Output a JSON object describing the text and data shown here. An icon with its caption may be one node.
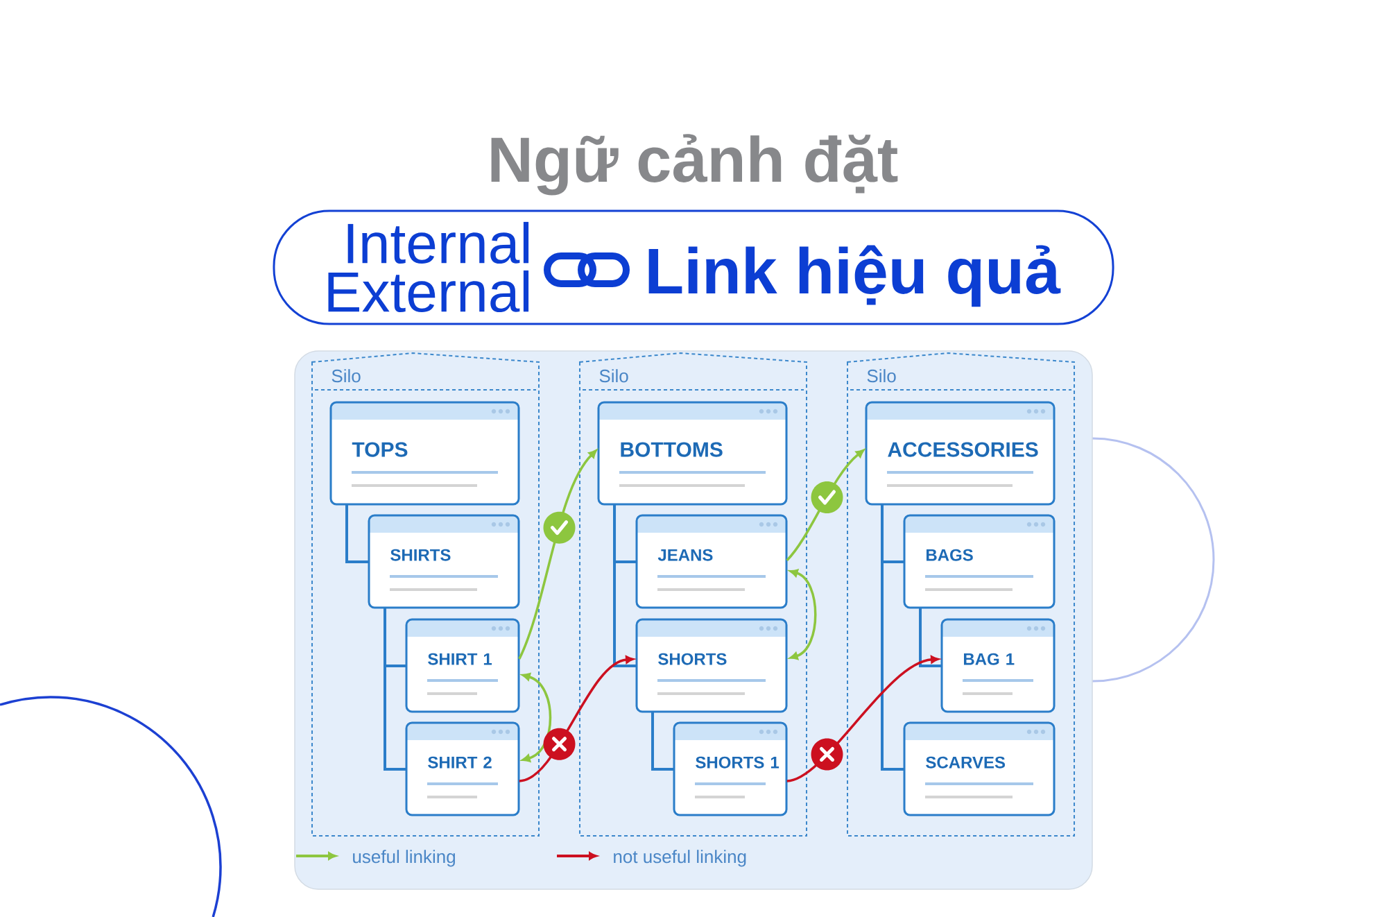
{
  "diagram": {
    "title": "Ngữ cảnh đặt",
    "nodes": [
      {
        "text": [
          "Internal External",
          "Link hiệu quả"
        ]
      },
      {
        "text": [
          "Silo"
        ]
      },
      {
        "text": [
          "TOPS"
        ],
        "in": 1
      },
      {
        "text": [
          "SHIRTS"
        ],
        "in": 1
      },
      {
        "text": [
          "SHIRT 1"
        ],
        "in": 1
      },
      {
        "text": [
          "SHIRT 2"
        ],
        "in": 1
      },
      {
        "text": [
          "Silo"
        ]
      },
      {
        "text": [
          "BOTTOMS"
        ],
        "in": 6
      },
      {
        "text": [
          "JEANS"
        ],
        "in": 6
      },
      {
        "text": [
          "SHORTS"
        ],
        "in": 6
      },
      {
        "text": [
          "SHORTS 1"
        ],
        "in": 6
      },
      {
        "text": [
          "Silo"
        ]
      },
      {
        "text": [
          "ACCESSORIES"
        ],
        "in": 11
      },
      {
        "text": [
          "BAGS"
        ],
        "in": 11
      },
      {
        "text": [
          "BAG 1"
        ],
        "in": 11
      },
      {
        "text": [
          "SCARVES"
        ],
        "in": 11
      }
    ],
    "edges": [
      {
        "from": 2,
        "to": 3,
        "arrow": "none"
      },
      {
        "from": 3,
        "to": 4,
        "arrow": "none"
      },
      {
        "from": 3,
        "to": 5,
        "arrow": "none"
      },
      {
        "from": 7,
        "to": 8,
        "arrow": "none"
      },
      {
        "from": 7,
        "to": 9,
        "arrow": "none"
      },
      {
        "from": 9,
        "to": 10,
        "arrow": "none"
      },
      {
        "from": 12,
        "to": 13,
        "arrow": "none"
      },
      {
        "from": 13,
        "to": 14,
        "arrow": "none"
      },
      {
        "from": 12,
        "to": 15,
        "arrow": "none"
      },
      {
        "from": 4,
        "to": 7,
        "arrow": "to",
        "color": "#8dc63f"
      },
      {
        "from": 4,
        "to": 5,
        "arrow": "both",
        "color": "#8dc63f"
      },
      {
        "from": 8,
        "to": 12,
        "arrow": "to",
        "color": "#8dc63f"
      },
      {
        "from": 8,
        "to": 9,
        "arrow": "both",
        "color": "#8dc63f"
      },
      {
        "from": 5,
        "to": 9,
        "arrow": "to",
        "color": "#cc1020"
      },
      {
        "from": 10,
        "to": 14,
        "arrow": "to",
        "color": "#cc1020"
      }
    ],
    "legend": [
      {
        "text": "useful linking"
      },
      {
        "text": "not useful linking"
      }
    ]
  }
}
